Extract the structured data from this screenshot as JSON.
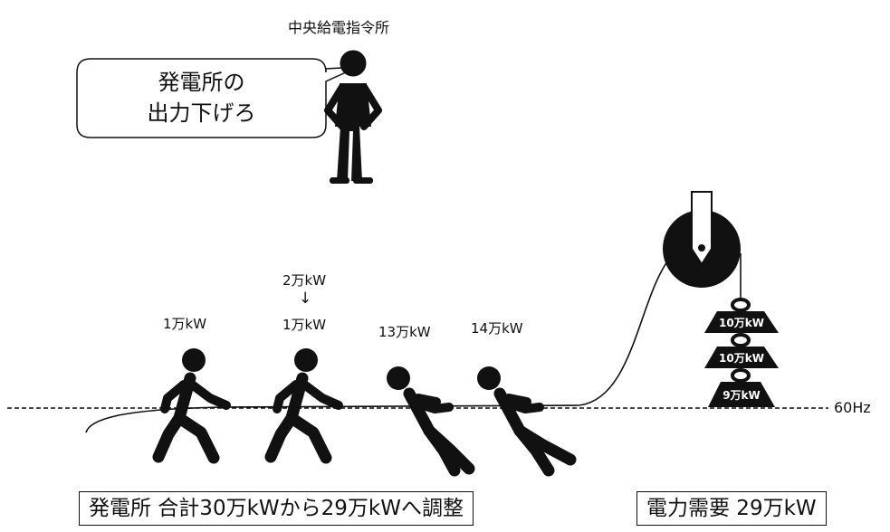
{
  "dispatcher": {
    "title": "中央給電指令所",
    "speech_line1": "発電所の",
    "speech_line2": "出力下げろ"
  },
  "generators": [
    {
      "label": "1万kW"
    },
    {
      "label_before": "2万kW",
      "arrow": "↓",
      "label": "1万kW"
    },
    {
      "label": "13万kW"
    },
    {
      "label": "14万kW"
    }
  ],
  "weights": [
    "10万kW",
    "10万kW",
    "9万kW"
  ],
  "frequency_label": "60Hz",
  "supply_box": "発電所 合計30万kWから29万kWへ調整",
  "demand_box": "電力需要 29万kW",
  "colors": {
    "figure": "#111111",
    "line": "#111111",
    "background": "#ffffff"
  }
}
